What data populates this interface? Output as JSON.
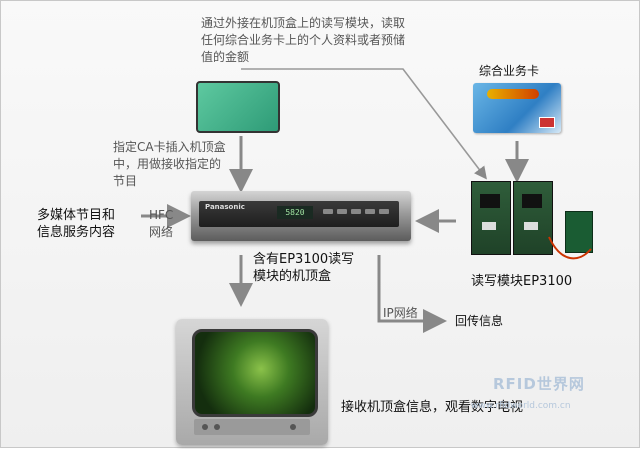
{
  "notes": {
    "top_note": [
      "通过外接在机顶盒上的读写模块，读取",
      "任何综合业务卡上的个人资料或者预储",
      "值的金额"
    ],
    "ca_note": [
      "指定CA卡插入机顶盒",
      "中，用做接收指定的",
      "节目"
    ]
  },
  "labels": {
    "card": "综合业务卡",
    "source": [
      "多媒体节目和",
      "信息服务内容"
    ],
    "hfc": [
      "HFC",
      "网络"
    ],
    "stb": [
      "含有EP3100读写",
      "模块的机顶盒"
    ],
    "module": "读写模块EP3100",
    "ip": "IP网络",
    "return_info": "回传信息",
    "tv_caption": "接收机顶盒信息，观看数字电视"
  },
  "stb_panel": {
    "brand": "Panasonic",
    "display": "5820"
  },
  "watermark": {
    "name": "RFID世界网",
    "url": "www.rfidworld.com.cn"
  },
  "colors": {
    "arrow": "#888888",
    "green_card": "#4fbf95",
    "board": "#2a5233",
    "tv_frame": "#c4c4c4"
  }
}
